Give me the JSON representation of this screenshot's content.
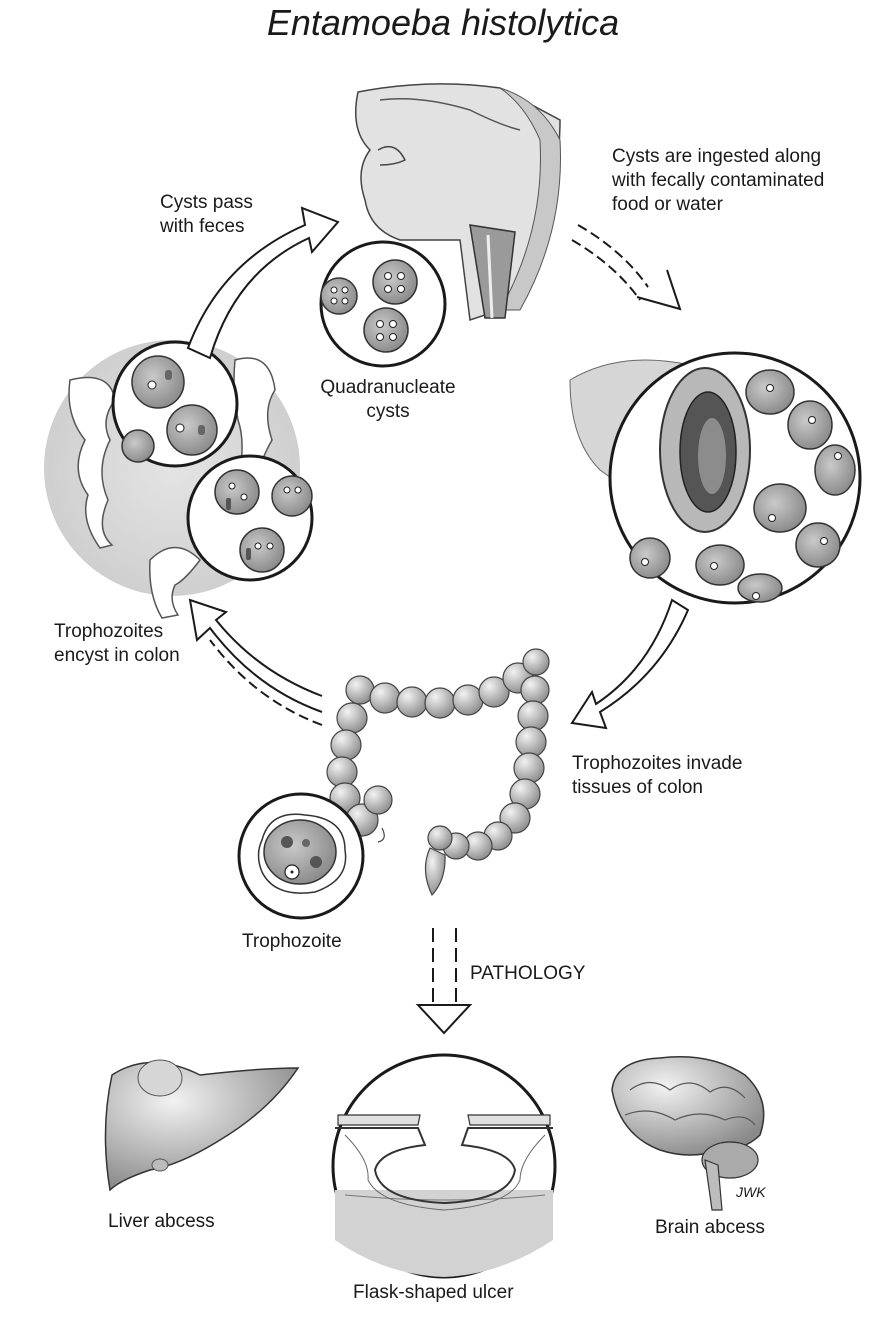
{
  "title": "Entamoeba histolytica",
  "labels": {
    "cysts_pass": "Cysts pass\nwith feces",
    "ingested": "Cysts are ingested along\nwith fecally contaminated\nfood or water",
    "quadranucleate": "Quadranucleate\ncysts",
    "encyst": "Trophozoites\nencyst in colon",
    "invade": "Trophozoites invade\ntissues of colon",
    "trophozoite": "Trophozoite",
    "pathology": "PATHOLOGY",
    "liver": "Liver abcess",
    "brain": "Brain abcess",
    "flask": "Flask-shaped ulcer",
    "signature": "JWK"
  },
  "colors": {
    "ink": "#1a1a1a",
    "tissue": "#e6e6e6",
    "cell": "#a9a9a9",
    "shade": "#cfcfcf"
  }
}
